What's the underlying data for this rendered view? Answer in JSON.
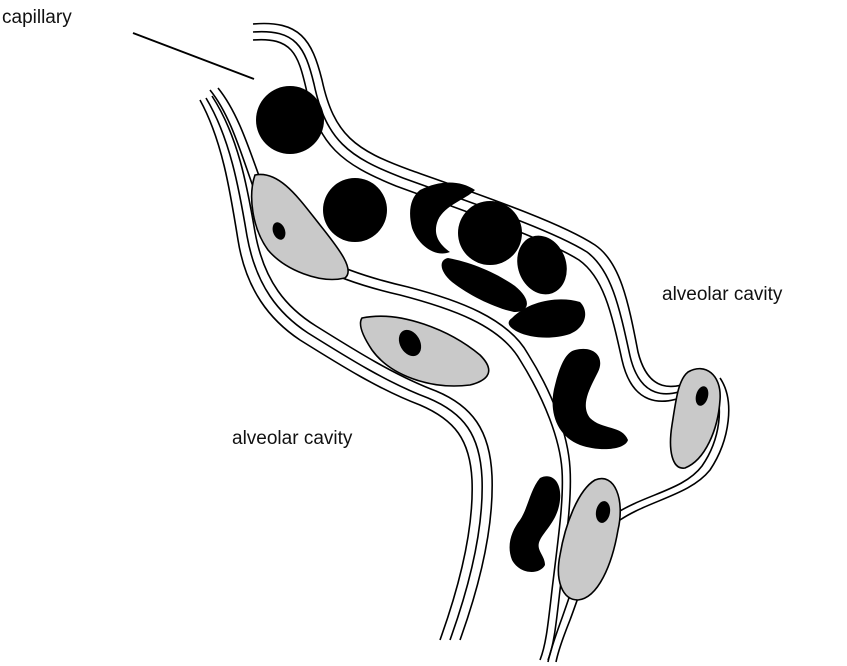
{
  "labels": {
    "capillary": "capillary",
    "alveolar_right": "alveolar cavity",
    "alveolar_left": "alveolar cavity"
  },
  "colors": {
    "ink": "#000000",
    "cell_fill": "#c9c9c9",
    "background": "#ffffff"
  }
}
